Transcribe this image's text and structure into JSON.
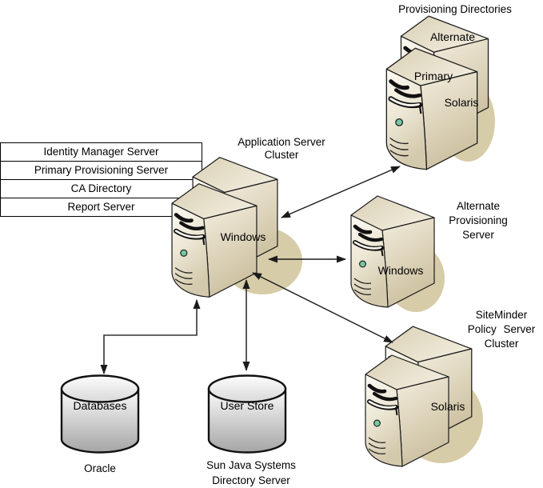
{
  "table": {
    "rows": [
      "Identity Manager Server",
      "Primary Provisioning Server",
      "CA Directory",
      "Report Server"
    ]
  },
  "nodes": {
    "provisioning_directories": {
      "title": "Provisioning Directories",
      "back_server_label": "Alternate",
      "front_server_label": "Primary",
      "os_label": "Solaris"
    },
    "application_server_cluster": {
      "title_lines": [
        "Application Server",
        "Cluster"
      ],
      "os_label": "Windows"
    },
    "alternate_provisioning_server": {
      "title_lines": [
        "Alternate",
        "Provisioning",
        "Server"
      ],
      "os_label": "Windows"
    },
    "siteminder_policy_server_cluster": {
      "title_lines": [
        "SiteMinder",
        "Policy Server",
        "Cluster"
      ],
      "os_label": "Solaris"
    },
    "databases": {
      "label": "Databases",
      "caption": "Oracle"
    },
    "user_store": {
      "label": "User Store",
      "caption_lines": [
        "Sun Java Systems",
        "Directory Server"
      ]
    }
  },
  "connections": [
    {
      "from": "application-server-cluster",
      "to": "provisioning-directories",
      "bidirectional": true
    },
    {
      "from": "application-server-cluster",
      "to": "alternate-provisioning-server",
      "bidirectional": true
    },
    {
      "from": "application-server-cluster",
      "to": "siteminder-policy-server-cluster",
      "bidirectional": true
    },
    {
      "from": "application-server-cluster",
      "to": "databases",
      "bidirectional": true
    },
    {
      "from": "application-server-cluster",
      "to": "user-store",
      "bidirectional": true
    }
  ],
  "colors": {
    "tower_front": "#FCFAF4",
    "tower_side": "#CBBF9E",
    "tower_top": "#E6DFC9",
    "tower_shadow": "#D7CCA8",
    "led_green": "#74C9A2",
    "cylinder_gray": "#A5A5A5",
    "outline": "#1B1B1B",
    "background": "#FFFFFF"
  }
}
